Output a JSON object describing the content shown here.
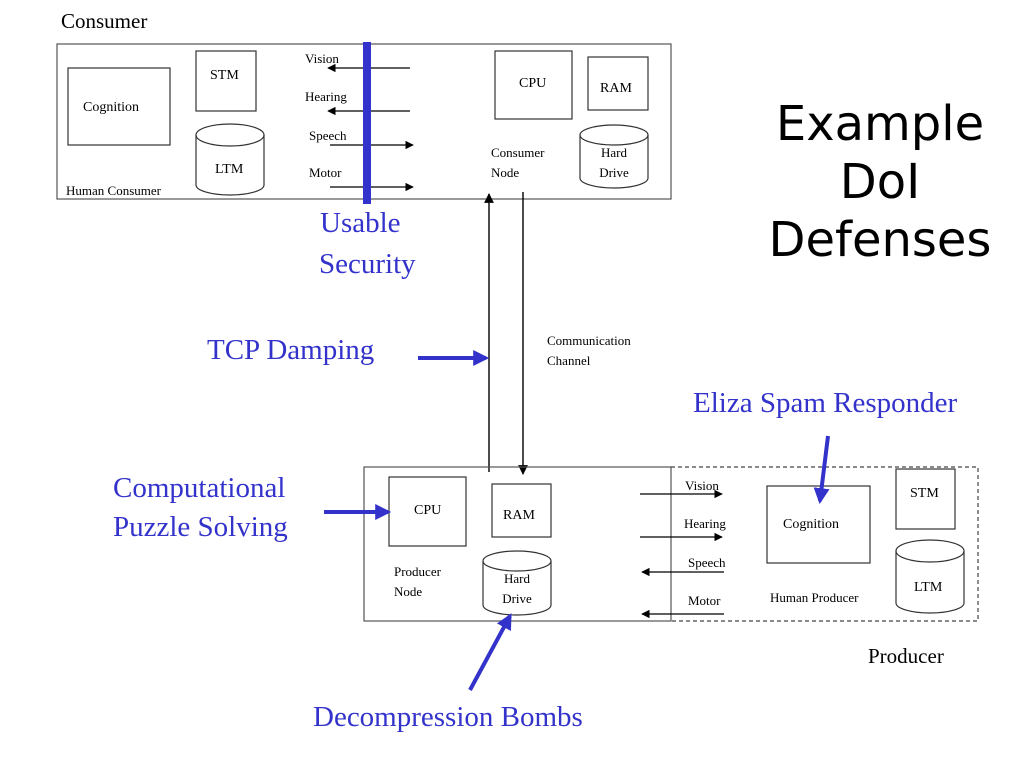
{
  "title": {
    "lines": [
      "Example",
      "DoI",
      "Defenses"
    ]
  },
  "consumer": {
    "heading": "Consumer",
    "human_label": "Human Consumer",
    "cognition": "Cognition",
    "stm": "STM",
    "ltm": "LTM",
    "io": {
      "vision": "Vision",
      "hearing": "Hearing",
      "speech": "Speech",
      "motor": "Motor"
    },
    "node": {
      "cpu": "CPU",
      "ram": "RAM",
      "hard_drive_line1": "Hard",
      "hard_drive_line2": "Drive",
      "label_line1": "Consumer",
      "label_line2": "Node"
    }
  },
  "channel": {
    "label_line1": "Communication",
    "label_line2": "Channel"
  },
  "producer": {
    "heading": "Producer",
    "human_label": "Human Producer",
    "cognition": "Cognition",
    "stm": "STM",
    "ltm": "LTM",
    "io": {
      "vision": "Vision",
      "hearing": "Hearing",
      "speech": "Speech",
      "motor": "Motor"
    },
    "node": {
      "cpu": "CPU",
      "ram": "RAM",
      "hard_drive_line1": "Hard",
      "hard_drive_line2": "Drive",
      "label_line1": "Producer",
      "label_line2": "Node"
    }
  },
  "defenses": {
    "usable_security_line1": "Usable",
    "usable_security_line2": "Security",
    "tcp_damping": "TCP Damping",
    "eliza": "Eliza Spam Responder",
    "puzzle_line1": "Computational",
    "puzzle_line2": "Puzzle Solving",
    "decompression": "Decompression Bombs"
  },
  "colors": {
    "accent": "#3333cc",
    "line": "#000000",
    "border": "#555555"
  }
}
